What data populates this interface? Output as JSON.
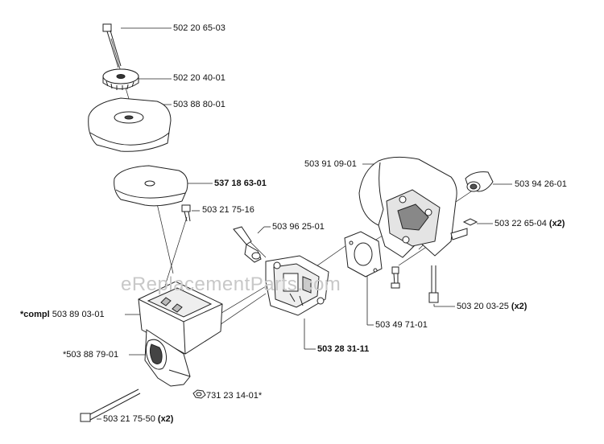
{
  "watermark": "eReplacementParts.com",
  "parts": {
    "p1": {
      "number": "502 20 65-03"
    },
    "p2": {
      "number": "502 20 40-01"
    },
    "p3": {
      "number": "503 88 80-01"
    },
    "p4": {
      "number": "537 18 63-01"
    },
    "p5": {
      "number": "503 21 75-16"
    },
    "p6": {
      "number": "503 96 25-01"
    },
    "p7": {
      "number": "503 91 09-01"
    },
    "p8": {
      "number": "503 94 26-01"
    },
    "p9": {
      "number": "503 22 65-04",
      "qty": "(x2)"
    },
    "p10": {
      "prefix": "*compl",
      "number": "503 89 03-01"
    },
    "p11": {
      "number": "503 20 03-25",
      "qty": "(x2)"
    },
    "p12": {
      "number": "503 49 71-01"
    },
    "p13": {
      "number": "503 28 31-11"
    },
    "p14": {
      "number": "*503 88 79-01"
    },
    "p15": {
      "number": "731 23 14-01*"
    },
    "p16": {
      "number": "503 21 75-50",
      "qty": "(x2)"
    }
  }
}
